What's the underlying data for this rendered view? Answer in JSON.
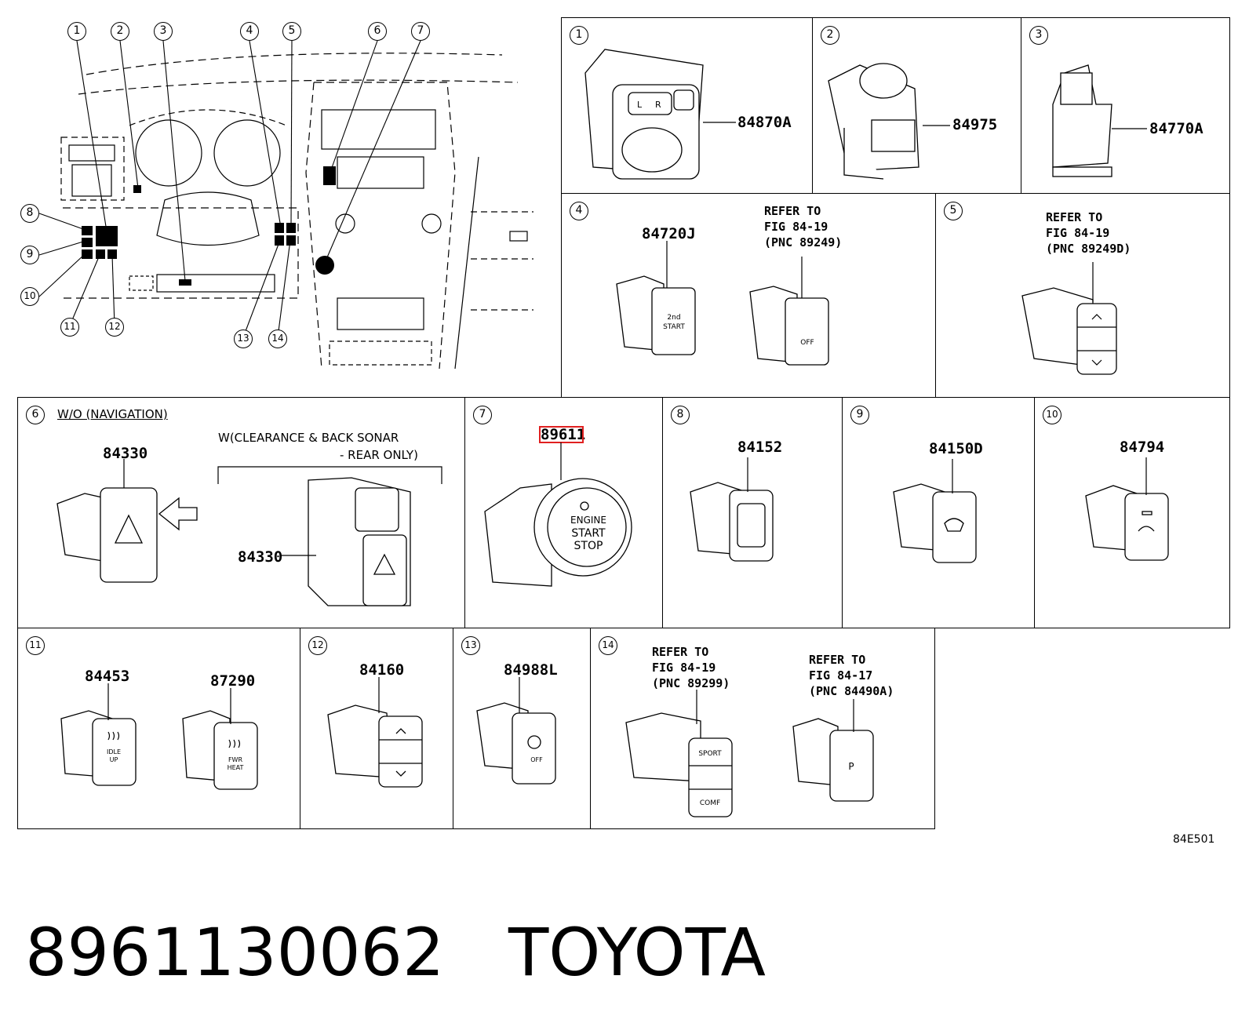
{
  "figure": {
    "code": "84E501",
    "part_number": "8961130062",
    "brand": "TOYOTA",
    "highlight_color": "#e02020"
  },
  "overview": {
    "callouts": [
      "1",
      "2",
      "3",
      "4",
      "5",
      "6",
      "7",
      "8",
      "9",
      "10",
      "11",
      "12",
      "13",
      "14"
    ]
  },
  "cells": {
    "c1": {
      "num": "1",
      "part": "84870A"
    },
    "c2": {
      "num": "2",
      "part": "84975"
    },
    "c3": {
      "num": "3",
      "part": "84770A"
    },
    "c4": {
      "num": "4",
      "part": "84720J",
      "ref": "REFER TO\nFIG 84-19\n(PNC 89249)",
      "switch_top": "2nd",
      "switch_bottom": "START",
      "switch2": "OFF"
    },
    "c5": {
      "num": "5",
      "ref": "REFER TO\nFIG 84-19\n(PNC 89249D)"
    },
    "c6": {
      "num": "6",
      "title": "W/O (NAVIGATION)",
      "note_line1": "W(CLEARANCE & BACK SONAR",
      "note_line2": "- REAR ONLY)",
      "part_a": "84330",
      "part_b": "84330"
    },
    "c7": {
      "num": "7",
      "part": "89611",
      "btn_line1": "ENGINE",
      "btn_line2": "START",
      "btn_line3": "STOP"
    },
    "c8": {
      "num": "8",
      "part": "84152"
    },
    "c9": {
      "num": "9",
      "part": "84150D"
    },
    "c10": {
      "num": "10",
      "part": "84794"
    },
    "c11": {
      "num": "11",
      "part_a": "84453",
      "part_b": "87290",
      "label_a1": "IDLE",
      "label_a2": "UP",
      "label_b1": "FWR",
      "label_b2": "HEAT"
    },
    "c12": {
      "num": "12",
      "part": "84160"
    },
    "c13": {
      "num": "13",
      "part": "84988L",
      "label": "OFF"
    },
    "c14": {
      "num": "14",
      "ref_a": "REFER TO\nFIG 84-19\n(PNC 89299)",
      "ref_b": "REFER TO\nFIG 84-17\n(PNC 84490A)",
      "sport": "SPORT",
      "comf": "COMF",
      "pa": "P"
    }
  }
}
